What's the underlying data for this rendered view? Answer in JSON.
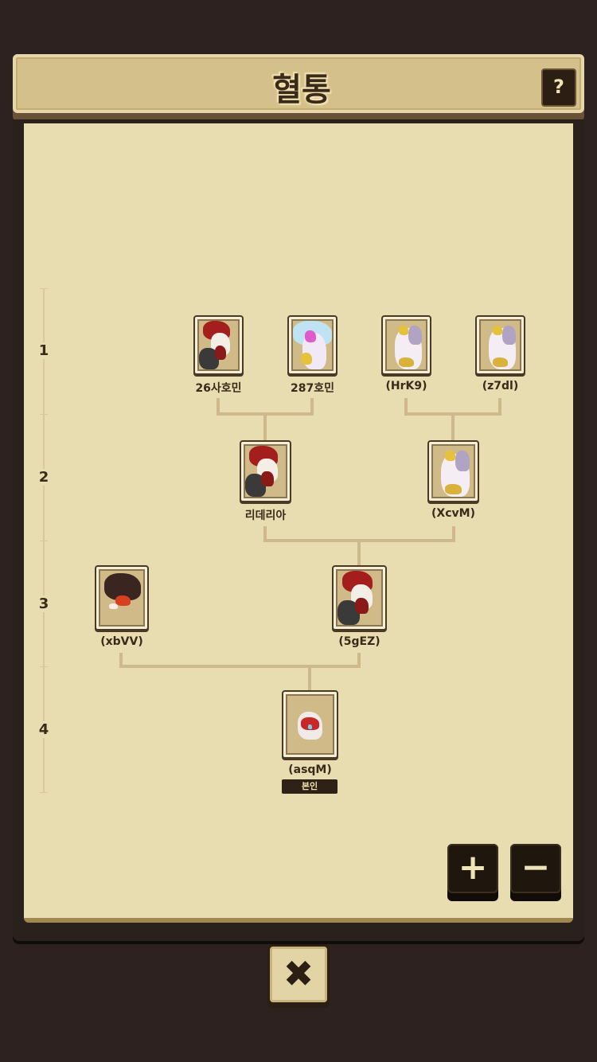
{
  "header": {
    "title": "혈통",
    "help_label": "?"
  },
  "generations": [
    "1",
    "2",
    "3",
    "4"
  ],
  "tree": {
    "gen1": [
      {
        "name": "26사호민",
        "art": "red-dragon"
      },
      {
        "name": "287호민",
        "art": "rainbow-unicorn"
      },
      {
        "name": "(HrK9)",
        "art": "white-unicorn"
      },
      {
        "name": "(z7dl)",
        "art": "white-unicorn"
      }
    ],
    "gen2": [
      {
        "name": "리데리아",
        "art": "red-dragon"
      },
      {
        "name": "(XcvM)",
        "art": "white-unicorn"
      }
    ],
    "gen3": [
      {
        "name": "(xbVV)",
        "art": "dark-dragon"
      },
      {
        "name": "(5gEZ)",
        "art": "red-dragon"
      }
    ],
    "self": {
      "name": "(asqM)",
      "badge": "본인",
      "art": "egg"
    }
  },
  "controls": {
    "zoom_in": "+",
    "zoom_out": "−",
    "close": "✖"
  },
  "colors": {
    "paper": "#e8ddb0",
    "frame": "#2b211c",
    "header": "#d4c08a",
    "background": "#2d221f"
  }
}
